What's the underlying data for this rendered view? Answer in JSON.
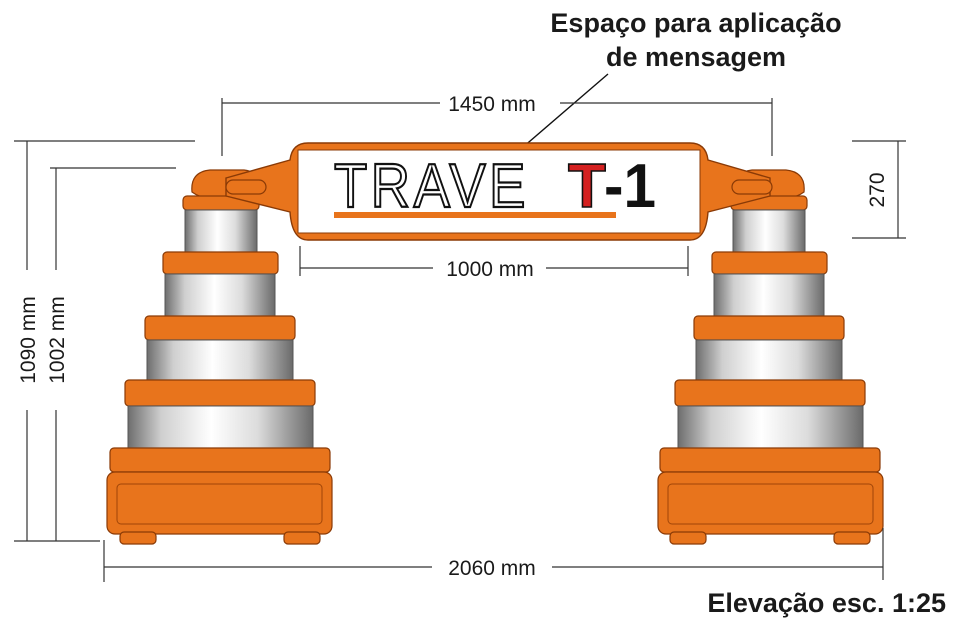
{
  "heading": {
    "line1": "Espaço para aplicação",
    "line2": "de mensagem"
  },
  "sign": {
    "text_main": "TRAVE",
    "text_t": "T",
    "text_num": "-1"
  },
  "dimensions": {
    "top_width": "1450 mm",
    "inner_width": "1000 mm",
    "base_width": "2060 mm",
    "sign_height": "270",
    "total_height": "1090 mm",
    "cone_height": "1002 mm"
  },
  "caption": "Elevação esc. 1:25",
  "colors": {
    "orange": "#e8741c",
    "orange_dark": "#b5500e",
    "red": "#d42020",
    "silver_light": "#f2f2f2",
    "silver_dark": "#7a7a7a"
  }
}
